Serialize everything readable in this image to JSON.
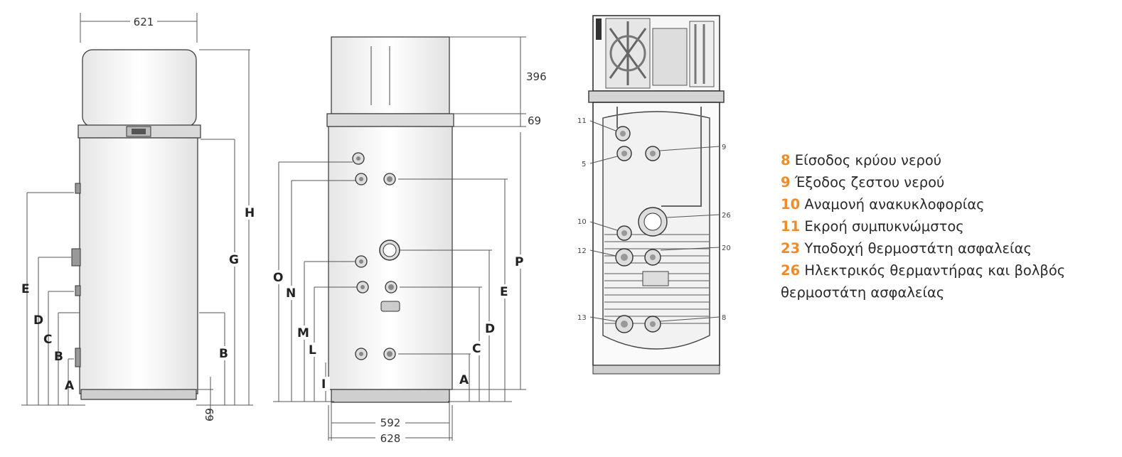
{
  "view_left": {
    "width_label": "621",
    "feet_label": "69",
    "letters": {
      "H": "H",
      "G": "G",
      "E": "E",
      "D": "D",
      "C": "C",
      "B1": "B",
      "B2": "B",
      "A": "A"
    }
  },
  "view_middle": {
    "top_label": "396",
    "band_label": "69",
    "inner_width_label": "592",
    "outer_width_label": "628",
    "letters": {
      "O": "O",
      "N": "N",
      "M": "M",
      "L": "L",
      "I": "I",
      "P": "P",
      "E": "E",
      "D": "D",
      "C": "C",
      "A": "A"
    }
  },
  "view_right": {
    "callouts": {
      "c11": "11",
      "c5": "5",
      "c9": "9",
      "c10": "10",
      "c26": "26",
      "c12": "12",
      "c20": "20",
      "c13": "13",
      "c8": "8"
    }
  },
  "legend": [
    {
      "num": "8",
      "text": "Είσοδος κρύου νερού"
    },
    {
      "num": "9",
      "text": "Έξοδος ζεστου νερού"
    },
    {
      "num": "10",
      "text": "Αναμονή ανακυκλοφορίας"
    },
    {
      "num": "11",
      "text": "Εκροή συμπυκνώμστος"
    },
    {
      "num": "23",
      "text": "Υποδοχή θερμοστάτη ασφαλείας"
    },
    {
      "num": "26",
      "text": "Ηλεκτρικός θερμαντήρας και βολβός θερμοστάτη ασφαλείας"
    }
  ],
  "colors": {
    "accent": "#f08c28",
    "line": "#555555"
  }
}
